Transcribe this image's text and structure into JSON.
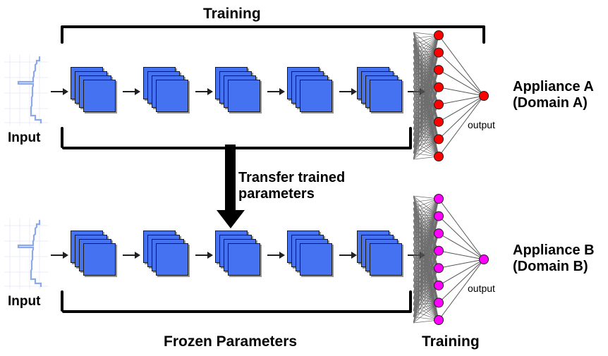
{
  "diagram": {
    "title_top": "Training",
    "labels": {
      "training_top": "Training",
      "training_bottom": "Training",
      "transfer": "Transfer trained\nparameters",
      "transfer_line1": "Transfer trained",
      "transfer_line2": "parameters",
      "frozen": "Frozen Parameters",
      "input_a": "Input",
      "input_b": "Input",
      "output_a": "output",
      "output_b": "output",
      "appliance_a_line1": "Appliance A",
      "appliance_a_line2": "(Domain A)",
      "appliance_b_line1": "Appliance B",
      "appliance_b_line2": "(Domain B)"
    },
    "colors": {
      "conv_block": "#4472F0",
      "conv_border": "#1a1a1a",
      "node_a": "#FF0000",
      "node_b": "#FF00FF",
      "edge": "#555555",
      "bracket": "#000000",
      "signal": "#8CA9EE",
      "grid": "#E4EAF7",
      "background": "#FFFFFF",
      "text": "#000000"
    },
    "rows": [
      {
        "id": "row-a",
        "appliance": "Appliance A",
        "domain": "(Domain A)",
        "node_color": "#FF0000",
        "conv_stacks": 5,
        "cards_per_stack": 4,
        "hidden_nodes": 8,
        "output_nodes": 1,
        "bracket_top_label": "Training",
        "bracket_bottom_label": ""
      },
      {
        "id": "row-b",
        "appliance": "Appliance B",
        "domain": "(Domain B)",
        "node_color": "#FF00FF",
        "conv_stacks": 5,
        "cards_per_stack": 4,
        "hidden_nodes": 8,
        "output_nodes": 1,
        "bracket_top_label": "",
        "bracket_bottom_label": "Frozen Parameters"
      }
    ],
    "arrow_count_per_row": 6,
    "icons": {
      "right_arrow": "right-arrow-icon",
      "down_arrow": "down-arrow-icon",
      "signal_plot": "signal-plot-icon"
    }
  }
}
